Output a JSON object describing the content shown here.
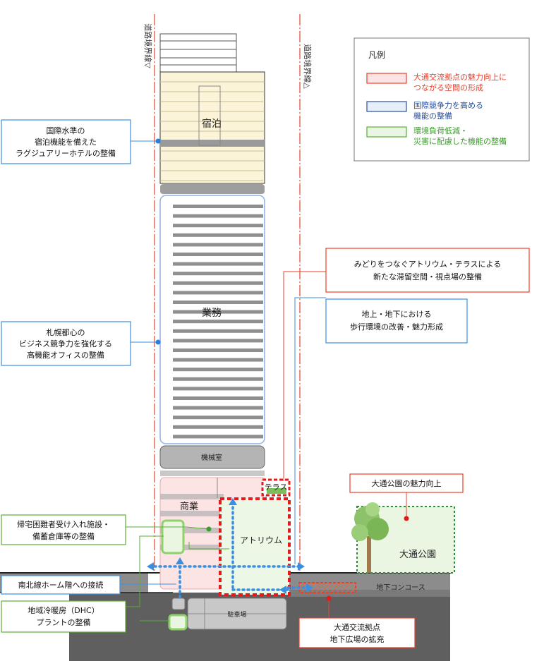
{
  "boundary_lines": {
    "left": "道路境界線▽",
    "right": "道路境界線△"
  },
  "legend": {
    "title": "凡例",
    "items": [
      {
        "lines": [
          "大通交流拠点の魅力向上に",
          "つながる空間の形成"
        ],
        "color": "#e8412c",
        "fill": "#fde4e4"
      },
      {
        "lines": [
          "国際競争力を高める",
          "機能の整備"
        ],
        "color": "#2b4f9e",
        "fill": "#e6eef9"
      },
      {
        "lines": [
          "環境負荷低減・",
          "災害に配慮した機能の整備"
        ],
        "color": "#5aae3a",
        "fill": "#eaf6e2"
      }
    ]
  },
  "building_labels": {
    "hotel": "宿泊",
    "office": "業務",
    "machine_room": "機械室",
    "commercial": "商業",
    "terrace": "テラス",
    "atrium": "アトリウム",
    "parking": "駐車場",
    "park": "大通公園",
    "underground_concourse": "地下コンコース"
  },
  "callouts": {
    "hotel": [
      "国際水準の",
      "宿泊機能を備えた",
      "ラグジュアリーホテルの整備"
    ],
    "office": [
      "札幌都心の",
      "ビジネス競争力を強化する",
      "高機能オフィスの整備"
    ],
    "atrium": [
      "みどりをつなぐアトリウム・テラスによる",
      "新たな滞留空間・視点場の整備"
    ],
    "walkway": [
      "地上・地下における",
      "歩行環境の改善・魅力形成"
    ],
    "park": [
      "大通公園の魅力向上"
    ],
    "shelter": [
      "帰宅困難者受け入れ施設・",
      "備蓄倉庫等の整備"
    ],
    "subway": [
      "南北線ホーム階への接続"
    ],
    "dhc": [
      "地域冷暖房（DHC）",
      "プラントの整備"
    ],
    "plaza": [
      "大通交流拠点",
      "地下広場の拡充"
    ]
  },
  "colors": {
    "red": "#e8412c",
    "blue": "#2b4f9e",
    "green": "#5aae3a",
    "ground": "#5f5f5f",
    "floor_band": "#9a9a9a"
  }
}
